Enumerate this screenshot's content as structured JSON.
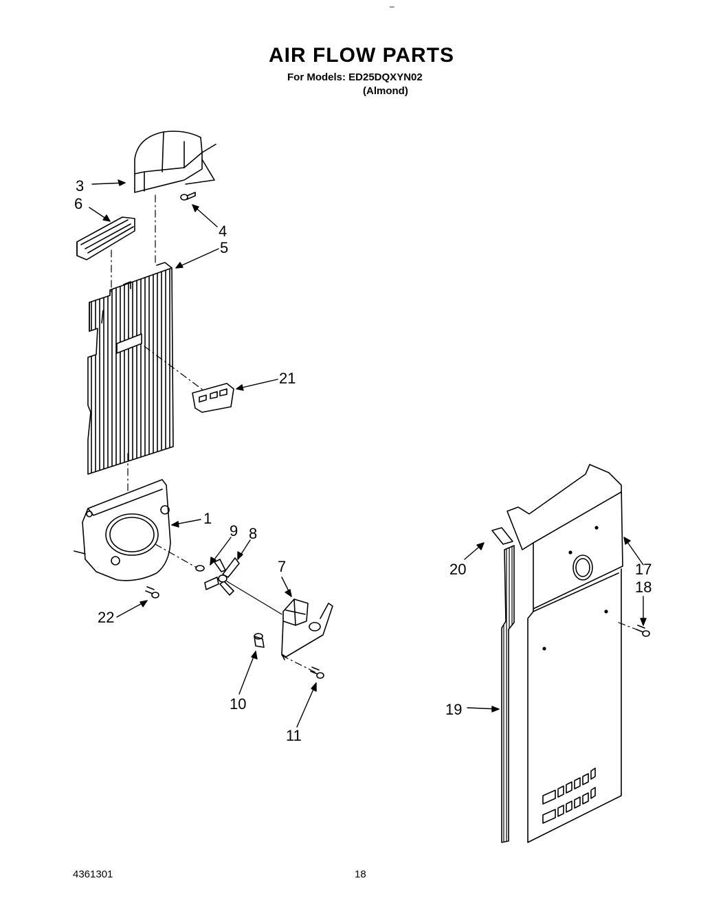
{
  "title": "AIR FLOW PARTS",
  "models_line": "For Models: ED25DQXYN02",
  "color_line": "(Almond)",
  "top_mark": "–",
  "footer": {
    "doc_number": "4361301",
    "page_number": "18"
  },
  "callouts": [
    "3",
    "6",
    "4",
    "5",
    "21",
    "1",
    "9",
    "8",
    "7",
    "22",
    "10",
    "11",
    "20",
    "17",
    "18",
    "19"
  ]
}
